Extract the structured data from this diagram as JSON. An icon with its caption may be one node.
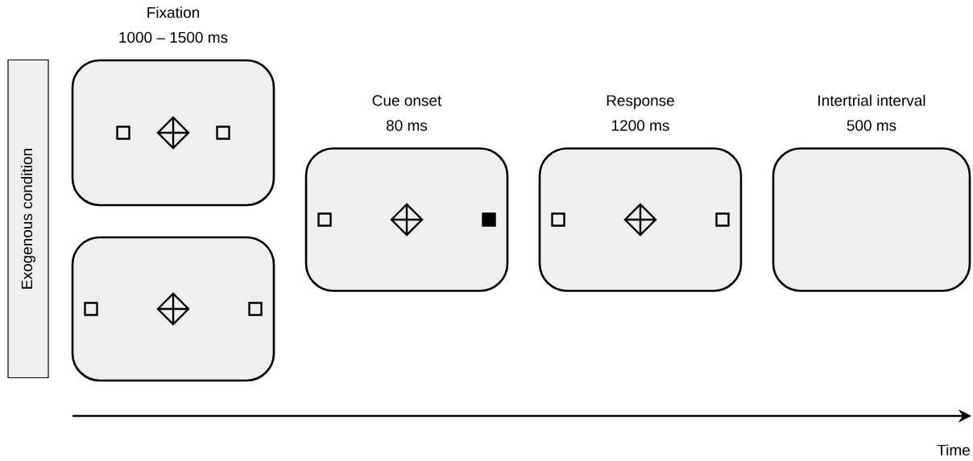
{
  "diagram": {
    "nodes": [
      {
        "text": [
          "Exogenous condition"
        ]
      },
      {
        "text": [
          "Fixation",
          "1000 – 1500 ms"
        ]
      },
      {
        "text": [],
        "shape": "box"
      },
      {
        "text": [
          "Cue onset",
          "80 ms"
        ]
      },
      {
        "text": [
          "Response",
          "1200 ms"
        ]
      },
      {
        "text": [
          "Intertrial interval",
          "500 ms"
        ]
      }
    ],
    "labels": [
      "Time"
    ]
  }
}
